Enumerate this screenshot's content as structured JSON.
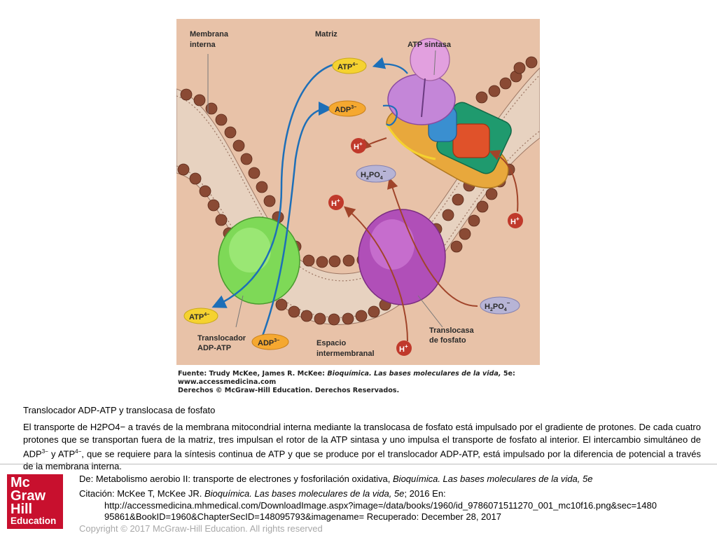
{
  "figure": {
    "labels": {
      "membrana_line1": "Membrana",
      "membrana_line2": "interna",
      "matriz": "Matriz",
      "atp_sintasa": "ATP sintasa",
      "espacio_line1": "Espacio",
      "espacio_line2": "intermembranal",
      "translocador_line1": "Translocador",
      "translocador_line2": "ADP-ATP",
      "translocasa_line1": "Translocasa",
      "translocasa_line2": "de fosfato"
    },
    "molecules": {
      "atp": "ATP",
      "atp_charge": "4−",
      "adp": "ADP",
      "adp_charge": "3−",
      "h": "H",
      "h_charge": "+",
      "h2po4_h": "H",
      "h2po4_2": "2",
      "h2po4_po": "PO",
      "h2po4_4": "4",
      "h2po4_charge": "−"
    },
    "colors": {
      "background": "#e8c2a8",
      "lipid_head": "#8a4a34",
      "atp_adp": "#f5d230",
      "h_ion": "#c0392b",
      "h2po4": "#b7b4d6",
      "arrow_blue": "#1d6fb8",
      "arrow_red": "#a0442a",
      "adp_atp_translocator": "#7ed957",
      "phosphate_translocase": "#b04fb8",
      "atp_synthase_head": "#d98fd6"
    }
  },
  "source": {
    "line1_prefix": "Fuente: Trudy McKee, James R. McKee: ",
    "line1_italic": "Bioquímica. Las bases moleculares de la vida,",
    "line1_suffix": " 5e:",
    "line2": "www.accessmedicina.com",
    "line3": "Derechos © McGraw-Hill Education. Derechos Reservados."
  },
  "caption": {
    "title": "Translocador ADP-ATP y translocasa de fosfato",
    "body_part1": " El transporte de H2PO4− a través de la membrana mitocondrial interna mediante la translocasa de fosfato está impulsado por el gradiente de protones. De cada cuatro protones que se transportan fuera de la matriz, tres impulsan el rotor de la ATP sintasa y uno impulsa el transporte de fosfato al interior. El intercambio simultáneo de ADP",
    "sup1": "3−",
    "body_part2": " y ATP",
    "sup2": "4−",
    "body_part3": ", que se requiere para la síntesis continua de ATP y que se produce por el translocador ADP-ATP, está impulsado por la diferencia de potencial a través de la membrana interna."
  },
  "logo": {
    "line1": "Mc",
    "line2": "Graw",
    "line3": "Hill",
    "line4": "Education",
    "color": "#c8102e"
  },
  "citation": {
    "de_label": "De: ",
    "de_text": "Metabolismo aerobio II: transporte de electrones y fosforilación oxidativa, ",
    "de_italic": "Bioquímica. Las bases moleculares de la vida, 5e",
    "cit_label": "Citación: ",
    "cit_text": "McKee T, McKee JR. ",
    "cit_italic": "Bioquímica. Las bases moleculares de la vida, 5e",
    "cit_suffix": "; 2016 En:",
    "url_line1": "http://accessmedicina.mhmedical.com/DownloadImage.aspx?image=/data/books/1960/id_9786071511270_001_mc10f16.png&sec=1480",
    "url_line2": "95861&BookID=1960&ChapterSecID=148095793&imagename= Recuperado: December 28, 2017"
  },
  "copyright": "Copyright © 2017 McGraw-Hill Education. All rights reserved"
}
